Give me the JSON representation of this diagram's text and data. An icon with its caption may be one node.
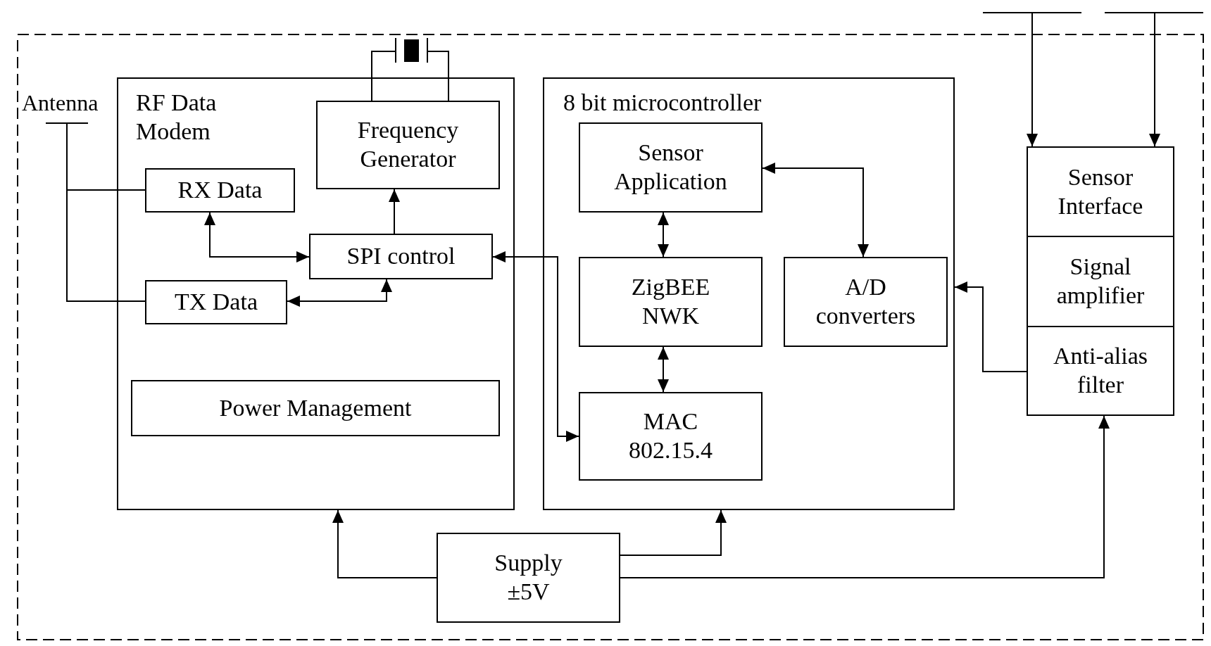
{
  "diagram": {
    "nodes": [
      {
        "text": [],
        "shape": "bar"
      },
      {
        "text": [],
        "shape": "bar"
      },
      {
        "text": [],
        "shape": "picture"
      },
      {
        "text": [
          "Antenna"
        ]
      },
      {
        "text": [
          "RF Data Modem"
        ]
      },
      {
        "text": [
          "Frequency Generator"
        ],
        "in": 4
      },
      {
        "text": [
          "RX Data"
        ],
        "in": 4
      },
      {
        "text": [
          "SPI control"
        ],
        "in": 4
      },
      {
        "text": [
          "TX Data"
        ],
        "in": 4
      },
      {
        "text": [
          "Power Management"
        ],
        "in": 4
      },
      {
        "text": [
          "8 bit microcontroller"
        ]
      },
      {
        "text": [
          "Sensor Application"
        ],
        "in": 10
      },
      {
        "text": [
          "ZigBEE NWK"
        ],
        "in": 10
      },
      {
        "text": [
          "A/D converters"
        ],
        "in": 10
      },
      {
        "text": [
          "MAC 802.15.4"
        ],
        "in": 10
      },
      {
        "text": [
          "Sensor Interface"
        ]
      },
      {
        "text": [
          "Signal amplifier"
        ]
      },
      {
        "text": [
          "Anti-alias filter"
        ]
      },
      {
        "text": [
          "Supply ±5V"
        ]
      }
    ],
    "edges": [
      {
        "from": 3,
        "to": 6,
        "arrow": "none"
      },
      {
        "from": 3,
        "to": 8,
        "arrow": "none"
      },
      {
        "from": 5,
        "to": 2,
        "arrow": "none"
      },
      {
        "from": 5,
        "to": 2,
        "arrow": "none"
      },
      {
        "from": 6,
        "to": 7,
        "arrow": "both"
      },
      {
        "from": 8,
        "to": 7,
        "arrow": "both"
      },
      {
        "from": 7,
        "to": 5,
        "arrow": "to"
      },
      {
        "from": 7,
        "to": 14,
        "arrow": "both"
      },
      {
        "from": 11,
        "to": 12,
        "arrow": "both"
      },
      {
        "from": 12,
        "to": 14,
        "arrow": "both"
      },
      {
        "from": 11,
        "to": 13,
        "arrow": "both"
      },
      {
        "from": 17,
        "to": 10,
        "arrow": "to"
      },
      {
        "from": 18,
        "to": 4,
        "arrow": "to"
      },
      {
        "from": 18,
        "to": 10,
        "arrow": "to"
      },
      {
        "from": 18,
        "to": 17,
        "arrow": "to"
      },
      {
        "from": 0,
        "to": 15,
        "arrow": "to"
      },
      {
        "from": 1,
        "to": 15,
        "arrow": "to"
      }
    ]
  }
}
